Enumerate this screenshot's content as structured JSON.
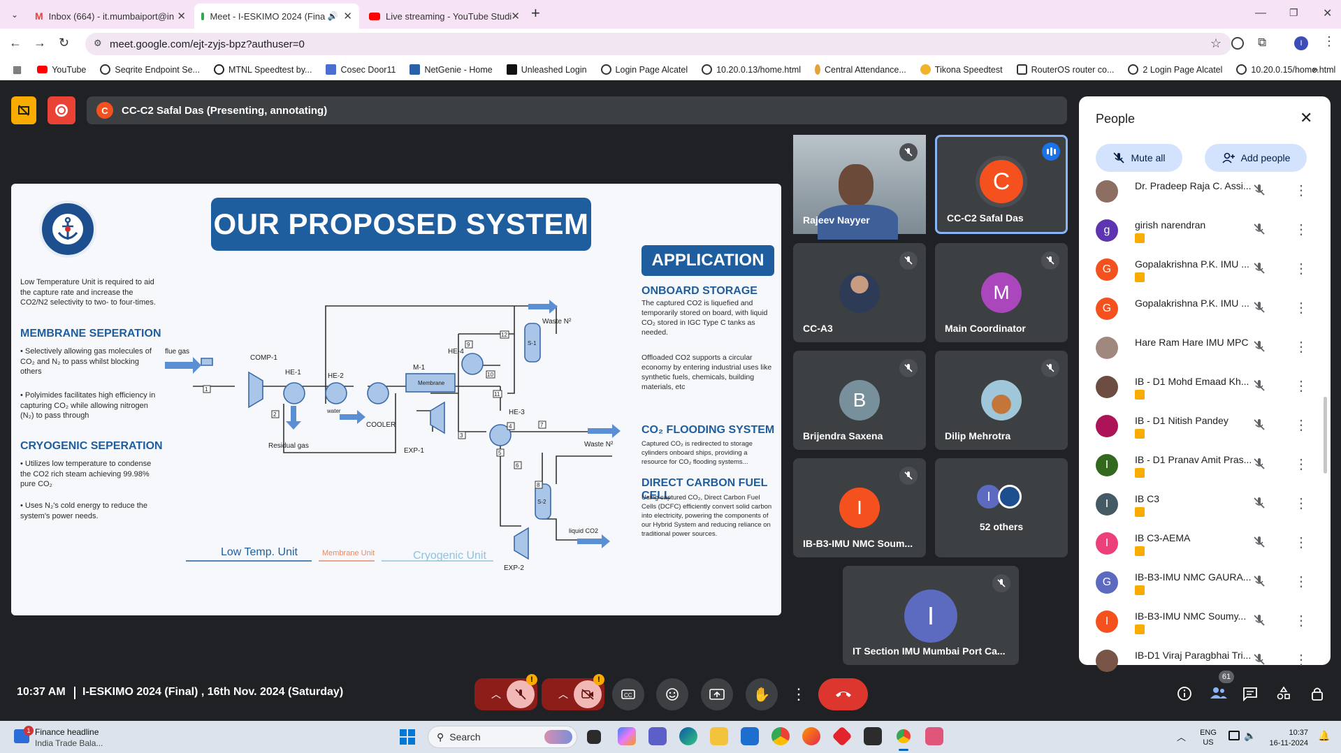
{
  "browser": {
    "tabs": [
      {
        "title": "Inbox (664) - it.mumbaiport@in",
        "active": false,
        "icon_color": "#ea4335"
      },
      {
        "title": "Meet - I-ESKIMO 2024 (Fina",
        "active": true,
        "icon_color": "#34a853"
      },
      {
        "title": "Live streaming - YouTube Studi",
        "active": false,
        "icon_color": "#ff0000"
      }
    ],
    "new_tab": "+",
    "url": "meet.google.com/ejt-zyjs-bpz?authuser=0",
    "profile_initial": "I",
    "bookmarks": [
      {
        "label": "YouTube",
        "color": "#ff0000"
      },
      {
        "label": "Seqrite Endpoint Se...",
        "color": "#333333"
      },
      {
        "label": "MTNL Speedtest by...",
        "color": "#222222"
      },
      {
        "label": "Cosec Door11",
        "color": "#4a6fd1"
      },
      {
        "label": "NetGenie - Home",
        "color": "#2b5fa8"
      },
      {
        "label": "Unleashed Login",
        "color": "#111111"
      },
      {
        "label": "Login Page Alcatel",
        "color": "#333333"
      },
      {
        "label": "10.20.0.13/home.html",
        "color": "#333333"
      },
      {
        "label": "Central Attendance...",
        "color": "#e3a33b"
      },
      {
        "label": "Tikona Speedtest",
        "color": "#f0b429"
      },
      {
        "label": "RouterOS router co...",
        "color": "#333333"
      },
      {
        "label": "2 Login Page Alcatel",
        "color": "#333333"
      },
      {
        "label": "10.20.0.15/home.html",
        "color": "#333333"
      }
    ],
    "bookmarks_more": "»"
  },
  "meet": {
    "presenter": {
      "initial": "C",
      "label": "CC-C2 Safal Das (Presenting, annotating)"
    },
    "tiles": [
      {
        "name": "Rajeev Nayyer",
        "kind": "video"
      },
      {
        "name": "CC-C2 Safal Das",
        "kind": "avatar",
        "initial": "C",
        "color": "#f4511e",
        "speaking": true
      },
      {
        "name": "CC-A3",
        "kind": "photo"
      },
      {
        "name": "Main Coordinator",
        "kind": "avatar",
        "initial": "M",
        "color": "#ab47bc"
      },
      {
        "name": "Brijendra Saxena",
        "kind": "avatar",
        "initial": "B",
        "color": "#78909c"
      },
      {
        "name": "Dilip Mehrotra",
        "kind": "photo"
      },
      {
        "name": "IB-B3-IMU NMC Soum...",
        "kind": "avatar",
        "initial": "I",
        "color": "#f4511e"
      },
      {
        "name": "52 others",
        "kind": "others",
        "initial": "I"
      },
      {
        "name": "IT Section IMU Mumbai Port Ca...",
        "kind": "avatar",
        "initial": "I",
        "color": "#5c6bc0"
      }
    ],
    "meeting_time": "10:37 AM",
    "meeting_title": "I-ESKIMO 2024 (Final) , 16th Nov. 2024 (Saturday)",
    "people_count": "61"
  },
  "slide": {
    "title": "OUR PROPOSED SYSTEM",
    "left_intro": "Low Temperature Unit is required to aid the capture rate and increase the CO2/N2 selectivity to two- to four-times.",
    "membrane_heading": "MEMBRANE SEPERATION",
    "membrane_p1": "• Selectively allowing gas molecules of CO₂ and N₂ to pass whilst blocking others",
    "membrane_p2": "• Polyimides facilitates high efficiency in capturing CO₂ while allowing nitrogen (N₂) to pass through",
    "cryo_heading": "CRYOGENIC SEPERATION",
    "cryo_p1": "• Utilizes low temperature to condense the CO2 rich steam achieving 99.98% pure CO₂",
    "cryo_p2": "• Uses N₂'s cold energy to reduce the system's power needs.",
    "application": "APPLICATION",
    "onboard_heading": "ONBOARD STORAGE",
    "onboard_p1": "The captured CO2 is liquefied and temporarily stored on board, with liquid CO₂ stored in IGC Type C tanks as needed.",
    "onboard_p2": "Offloaded CO2 supports a circular economy by entering industrial uses like synthetic fuels, chemicals, building materials, etc",
    "flooding_heading": "CO₂ FLOODING SYSTEM",
    "flooding_p": "Captured CO₂ is redirected to storage cylinders onboard ships, providing a resource for CO₂ flooding systems...",
    "dcfc_heading": "DIRECT CARBON FUEL CELL",
    "dcfc_p": "Using captured CO₂, Direct Carbon Fuel Cells (DCFC) efficiently convert solid carbon into electricity, powering the components of our Hybrid System and reducing reliance on traditional power sources.",
    "diagram": {
      "flue_gas": "flue gas",
      "comp1": "COMP-1",
      "he1": "HE-1",
      "he2": "HE-2",
      "m1": "M-1",
      "membrane": "Membrane",
      "he4": "HE-4",
      "s1": "S-1",
      "waste_n2_top": "Waste N²",
      "he3": "HE-3",
      "waste_n2_mid": "Waste N²",
      "s2": "S-2",
      "liquid_co2": "liquid CO2",
      "exp1": "EXP-1",
      "exp2": "EXP-2",
      "cooler": "COOLER",
      "water": "water",
      "residual_gas": "Residual gas",
      "n1": "1",
      "n2": "2",
      "n3": "3",
      "n4": "4",
      "n5": "5",
      "n6": "6",
      "n7": "7",
      "n8": "8",
      "n9": "9",
      "n10": "10",
      "n11": "11",
      "n12": "12",
      "low_temp_unit": "Low Temp. Unit",
      "membrane_unit": "Membrane Unit",
      "cryogenic_unit": "Cryogenic Unit"
    }
  },
  "people_panel": {
    "title": "People",
    "mute_all": "Mute all",
    "add_people": "Add people",
    "participants": [
      {
        "name": "Dr. Pradeep Raja C. Assi...",
        "initial": "",
        "color": "#8d6e63",
        "badge": false,
        "photo": true
      },
      {
        "name": "girish narendran",
        "initial": "g",
        "color": "#5e35b1",
        "badge": true
      },
      {
        "name": "Gopalakrishna P.K. IMU ...",
        "initial": "G",
        "color": "#f4511e",
        "badge": true
      },
      {
        "name": "Gopalakrishna P.K. IMU ...",
        "initial": "G",
        "color": "#f4511e",
        "badge": false
      },
      {
        "name": "Hare Ram Hare IMU MPC",
        "initial": "",
        "color": "#a1887f",
        "badge": false,
        "photo": true
      },
      {
        "name": "IB - D1 Mohd Emaad Kh...",
        "initial": "",
        "color": "#6d4c41",
        "badge": true,
        "photo": true
      },
      {
        "name": "IB - D1 Nitish Pandey",
        "initial": "",
        "color": "#ad1457",
        "badge": true,
        "photo": true
      },
      {
        "name": "IB - D1 Pranav Amit Pras...",
        "initial": "I",
        "color": "#33691e",
        "badge": true
      },
      {
        "name": "IB C3",
        "initial": "I",
        "color": "#455a64",
        "badge": true
      },
      {
        "name": "IB C3-AEMA",
        "initial": "I",
        "color": "#ec407a",
        "badge": true
      },
      {
        "name": "IB-B3-IMU NMC GAURA...",
        "initial": "G",
        "color": "#5c6bc0",
        "badge": true
      },
      {
        "name": "IB-B3-IMU NMC Soumy...",
        "initial": "I",
        "color": "#f4511e",
        "badge": true
      },
      {
        "name": "IB-D1 Viraj Paragbhai Tri...",
        "initial": "",
        "color": "#795548",
        "badge": false,
        "photo": true
      }
    ]
  },
  "taskbar": {
    "news_title": "Finance headline",
    "news_sub": "India Trade Bala...",
    "news_badge": "1",
    "search": "Search",
    "lang": "ENG",
    "region": "US",
    "time": "10:37",
    "date": "16-11-2024"
  }
}
